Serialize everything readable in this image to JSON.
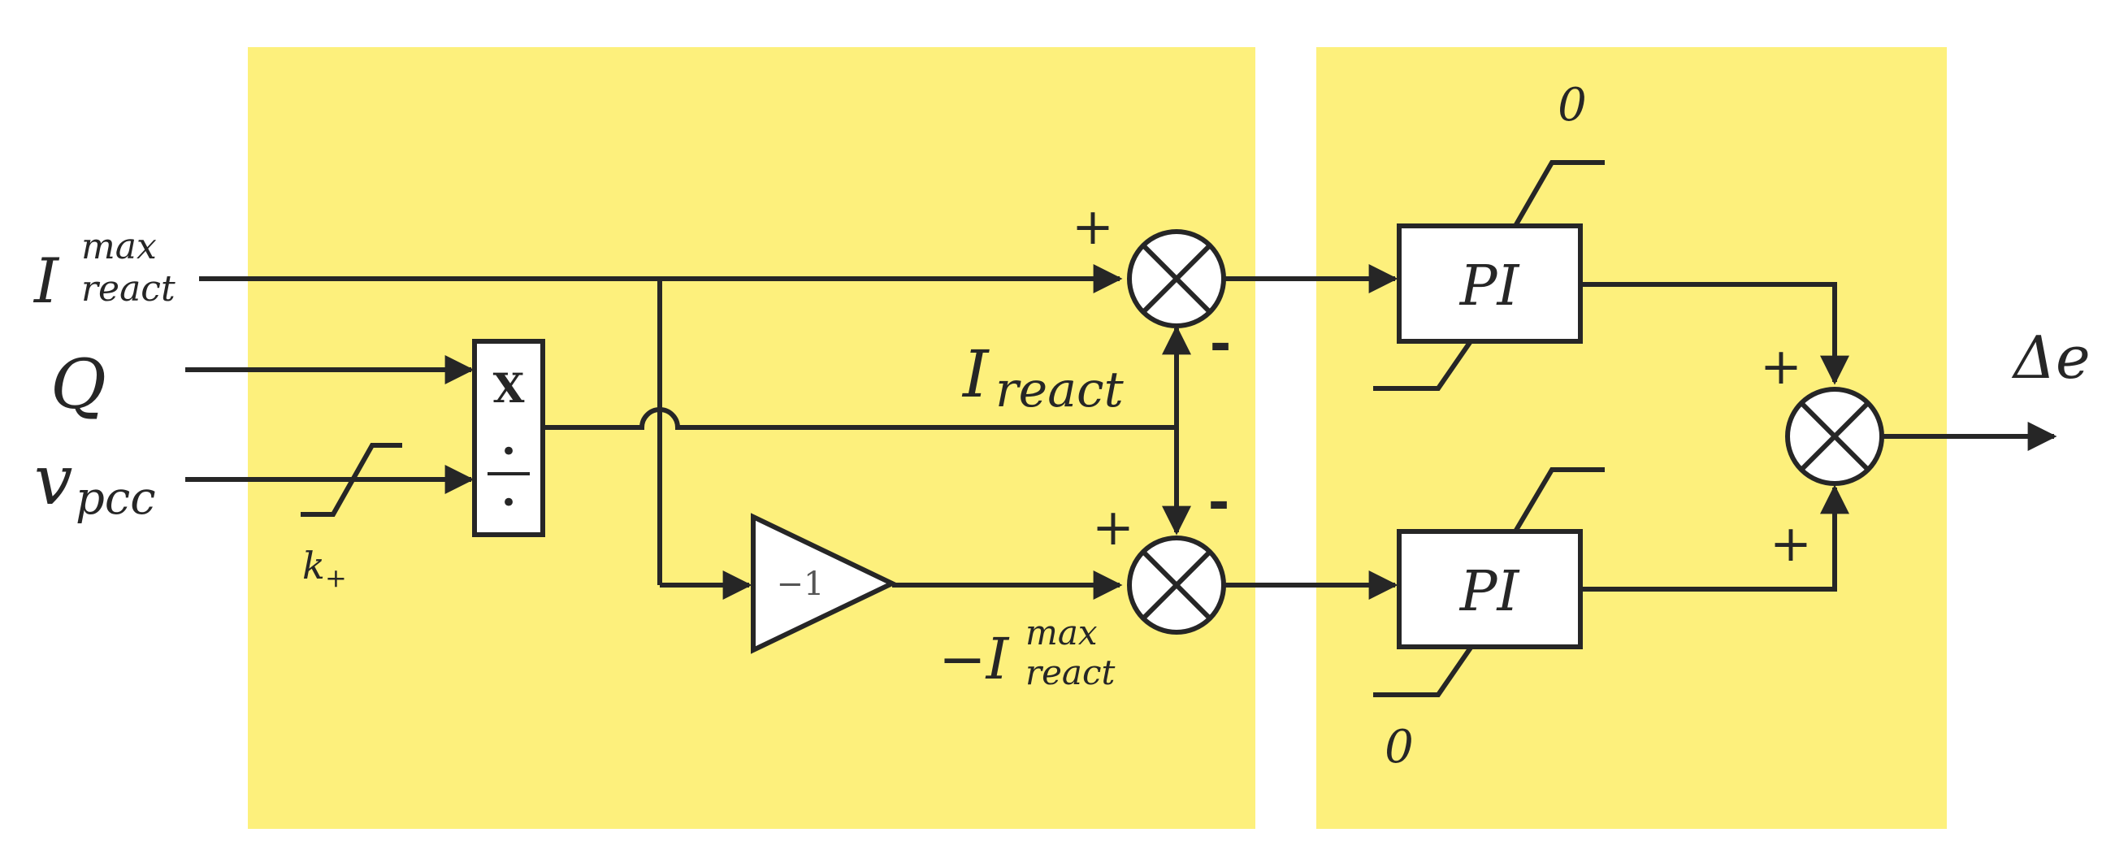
{
  "colors": {
    "panel_fill": "#fdf07c",
    "stroke": "#262626",
    "box_fill": "#ffffff"
  },
  "inputs": {
    "i_max_main": "I",
    "i_max_sup": "max",
    "i_max_sub": "react",
    "q": "Q",
    "v_main": "v",
    "v_sub": "pcc"
  },
  "multdiv_block": {
    "top": "X",
    "bottom_dot": "•",
    "top_dot": "•"
  },
  "limiter_input": {
    "k_main": "k",
    "k_sub": "+"
  },
  "gain_block": {
    "label": "−1"
  },
  "signals": {
    "i_react_main": "I",
    "i_react_sub": "react",
    "neg_i_max_prefix": "−I",
    "neg_i_max_sup": "max",
    "neg_i_max_sub": "react"
  },
  "summing_junctions": {
    "top_plus": "+",
    "top_minus": "-",
    "bottom_plus": "+",
    "bottom_minus": "-",
    "out_top_plus": "+",
    "out_bottom_plus": "+"
  },
  "controllers": {
    "pi_top": "PI",
    "pi_bottom": "PI",
    "pi_top_limit": "0",
    "pi_bottom_limit": "0"
  },
  "output": {
    "label": "Δe"
  }
}
